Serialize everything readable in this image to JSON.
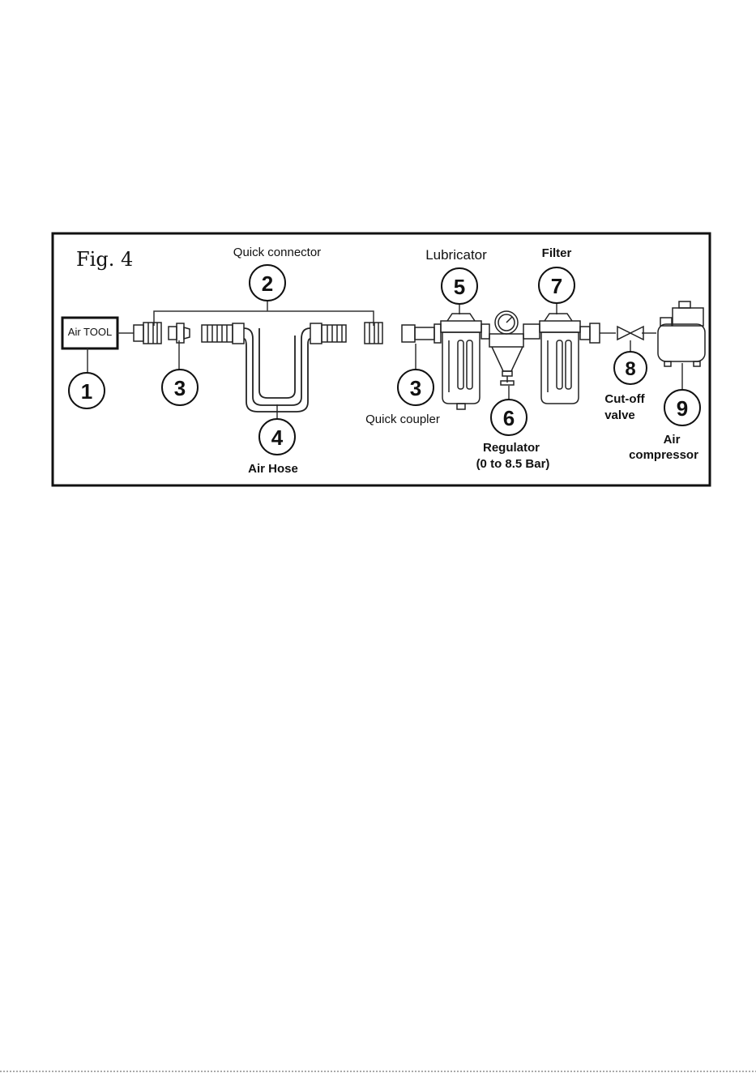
{
  "figure": {
    "title": "Fig. 4",
    "air_tool_label": "Air TOOL",
    "callouts": [
      {
        "number": "1"
      },
      {
        "number": "2",
        "label": "Quick connector"
      },
      {
        "number": "3"
      },
      {
        "number": "3",
        "label": "Quick coupler"
      },
      {
        "number": "4",
        "label": "Air Hose"
      },
      {
        "number": "5",
        "label": "Lubricator"
      },
      {
        "number": "6",
        "label": "Regulator",
        "sublabel": "(0 to 8.5 Bar)"
      },
      {
        "number": "7",
        "label": "Filter"
      },
      {
        "number": "8",
        "label": "Cut-off",
        "sublabel": "valve"
      },
      {
        "number": "9",
        "label": "Air",
        "sublabel": "compressor"
      }
    ]
  }
}
